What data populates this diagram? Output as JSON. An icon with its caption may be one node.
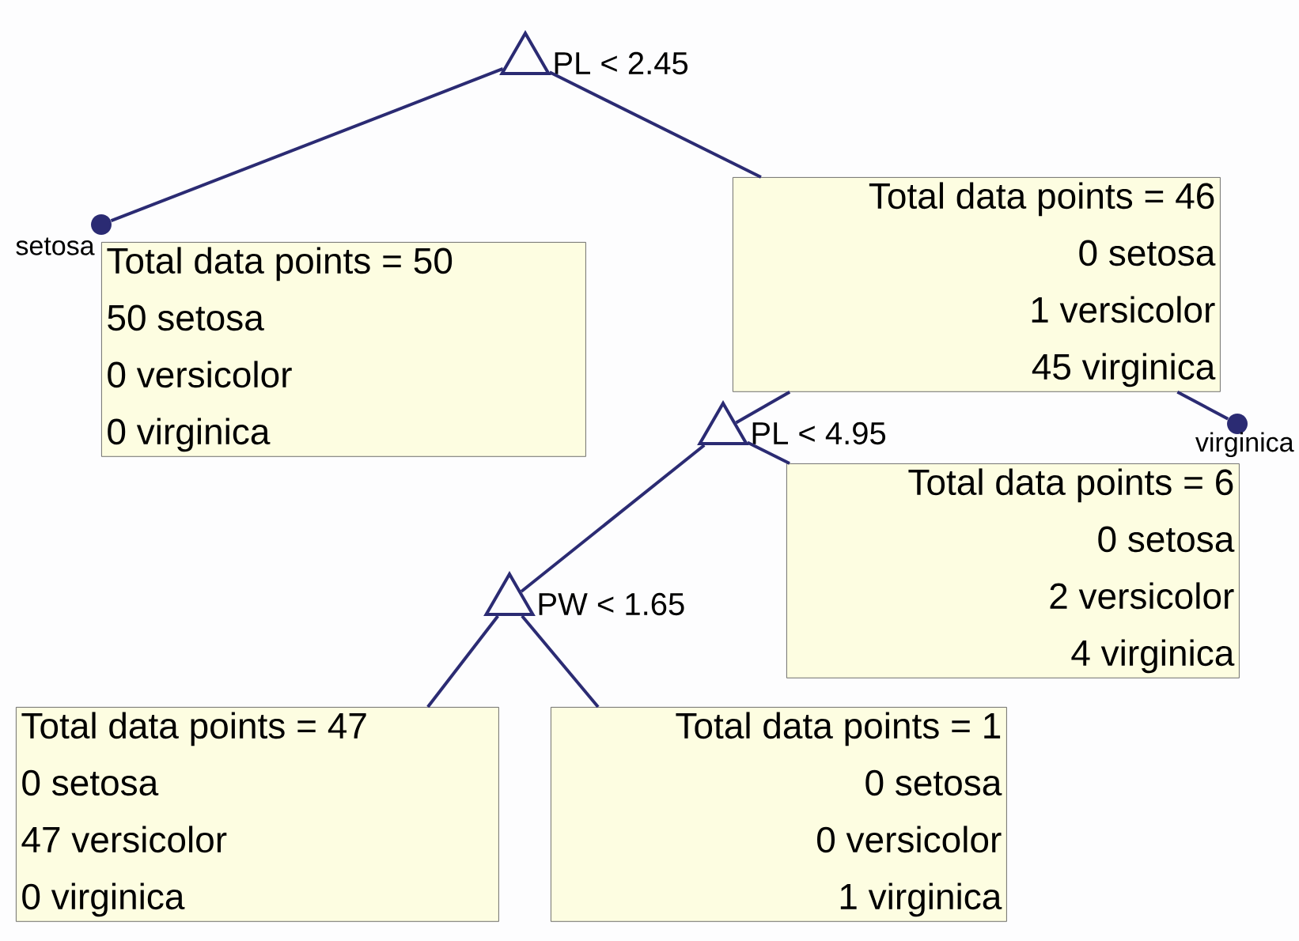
{
  "diagram": {
    "nodes": [
      {
        "text": [
          "PL < 2.45"
        ]
      },
      {
        "text": [
          "setosa"
        ]
      },
      {
        "text": [
          "Total data points = 50",
          "50 setosa",
          "0 versicolor",
          "0 virginica"
        ]
      },
      {
        "text": [
          "Total data points = 46",
          "0 setosa",
          "1 versicolor",
          "45 virginica"
        ]
      },
      {
        "text": [
          "PL < 4.95"
        ]
      },
      {
        "text": [
          "virginica"
        ]
      },
      {
        "text": [
          "Total data points = 6",
          "0 setosa",
          "2 versicolor",
          "4 virginica"
        ]
      },
      {
        "text": [
          "PW < 1.65"
        ]
      },
      {
        "text": [
          "Total data points = 47",
          "0 setosa",
          "47 versicolor",
          "0 virginica"
        ]
      },
      {
        "text": [
          "Total data points = 1",
          "0 setosa",
          "0 versicolor",
          "1 virginica"
        ]
      }
    ],
    "edges": [
      {
        "from": 0,
        "to": 1,
        "arrow": "none"
      },
      {
        "from": 0,
        "to": 3,
        "arrow": "none"
      },
      {
        "from": 3,
        "to": 4,
        "arrow": "none"
      },
      {
        "from": 3,
        "to": 5,
        "arrow": "none"
      },
      {
        "from": 4,
        "to": 6,
        "arrow": "none"
      },
      {
        "from": 4,
        "to": 7,
        "arrow": "none"
      },
      {
        "from": 7,
        "to": 8,
        "arrow": "none"
      },
      {
        "from": 7,
        "to": 9,
        "arrow": "none"
      }
    ]
  }
}
